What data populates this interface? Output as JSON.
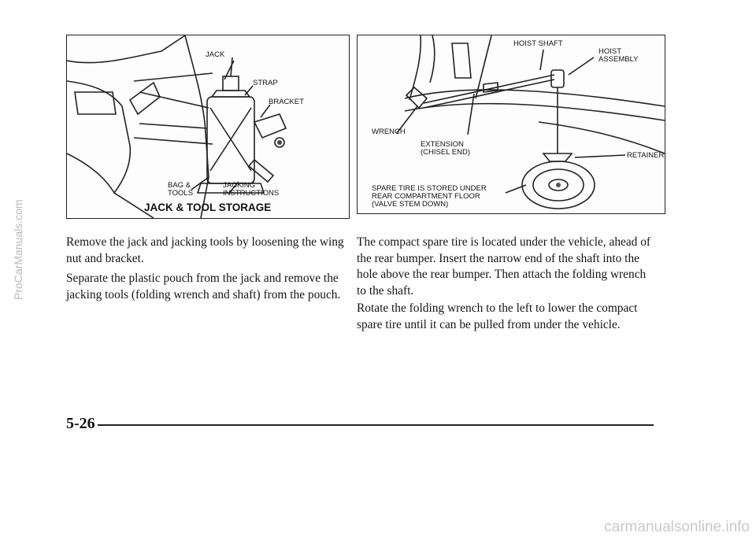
{
  "figure_left": {
    "labels": {
      "jack": "JACK",
      "strap": "STRAP",
      "bracket": "BRACKET",
      "bag_tools": "BAG &\nTOOLS",
      "jacking_instructions": "JACKING\nINSTRUCTIONS"
    },
    "caption": "JACK & TOOL STORAGE"
  },
  "figure_right": {
    "labels": {
      "hoist_shaft": "HOIST SHAFT",
      "hoist_assembly": "HOIST\nASSEMBLY",
      "wrench": "WRENCH",
      "extension": "EXTENSION\n(CHISEL END)",
      "retainer": "RETAINER",
      "spare_tire": "SPARE TIRE IS STORED UNDER\nREAR COMPARTMENT FLOOR\n(VALVE STEM DOWN)"
    }
  },
  "left_column": {
    "para1": "Remove the jack and jacking tools by loosening the wing nut and bracket.",
    "para2": "Separate the plastic pouch from the jack and remove the jacking tools (folding wrench and shaft) from the pouch."
  },
  "right_column": {
    "para1": "The compact spare tire is located under the vehicle, ahead of the rear bumper. Insert the narrow end of the shaft into the hole above the rear bumper. Then attach the folding wrench to the shaft.",
    "para2": "Rotate the folding wrench to the left to lower the compact spare tire until it can be pulled from under the vehicle."
  },
  "page_number": "5-26",
  "watermarks": {
    "side": "ProCarManuals.com",
    "bottom": "carmanualsonline.info"
  }
}
